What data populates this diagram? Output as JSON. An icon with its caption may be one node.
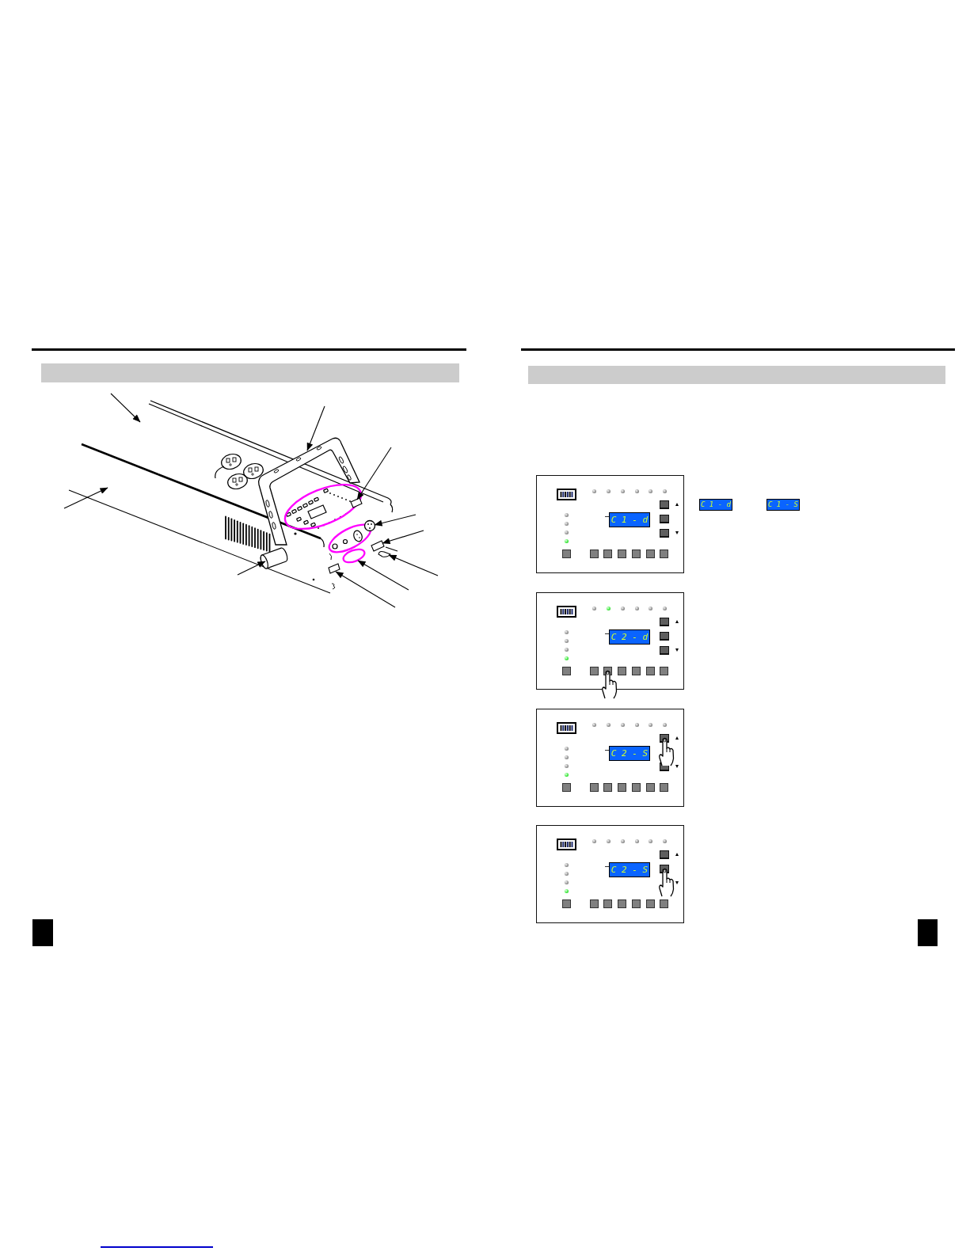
{
  "diagram": {
    "nodes": [
      {
        "text": [],
        "shape": "picture"
      },
      {
        "text": [],
        "shape": "picture"
      },
      {
        "text": [],
        "shape": "picture"
      },
      {
        "text": [],
        "shape": "ellipse"
      },
      {
        "text": [],
        "shape": "box",
        "in": 3
      },
      {
        "text": [],
        "shape": "ellipse"
      },
      {
        "text": [],
        "shape": "circle"
      },
      {
        "text": [],
        "shape": "box"
      },
      {
        "text": [],
        "shape": "picture"
      },
      {
        "text": [],
        "shape": "ellipse"
      },
      {
        "text": [],
        "shape": "box"
      },
      {
        "text": [],
        "shape": "cylinder"
      },
      {
        "text": [],
        "shape": "box"
      },
      {
        "text": [
          "C 1 - d"
        ],
        "in": 12
      },
      {
        "text": [
          "C 1 - d"
        ]
      },
      {
        "text": [
          "C 1 - S"
        ]
      },
      {
        "text": [],
        "shape": "box"
      },
      {
        "text": [
          "C 2 - d"
        ],
        "in": 16
      },
      {
        "text": [],
        "shape": "box"
      },
      {
        "text": [
          "C 2 - S"
        ],
        "in": 18
      },
      {
        "text": [],
        "shape": "box"
      },
      {
        "text": [
          "C 2 - S"
        ],
        "in": 20
      }
    ],
    "edges": [
      {
        "from": null,
        "to": 0,
        "arrow": "to"
      },
      {
        "from": null,
        "to": 1,
        "arrow": "to"
      },
      {
        "from": null,
        "to": 2,
        "arrow": "to"
      },
      {
        "from": null,
        "to": 4,
        "arrow": "to"
      },
      {
        "from": null,
        "to": 6,
        "arrow": "to"
      },
      {
        "from": null,
        "to": 7,
        "arrow": "to"
      },
      {
        "from": null,
        "to": 8,
        "arrow": "to"
      },
      {
        "from": null,
        "to": 9,
        "arrow": "to"
      },
      {
        "from": null,
        "to": 10,
        "arrow": "to"
      },
      {
        "from": null,
        "to": 11,
        "arrow": "to"
      }
    ]
  }
}
